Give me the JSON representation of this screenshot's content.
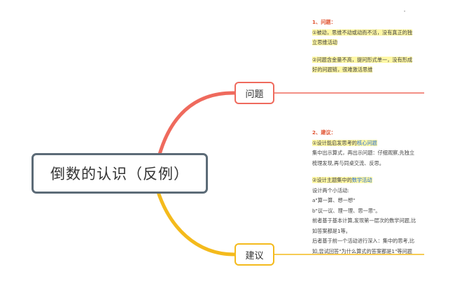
{
  "root": {
    "label": "倒数的认识（反例）"
  },
  "branches": [
    {
      "label": "问题",
      "color": "#ef6a5d"
    },
    {
      "label": "建议",
      "color": "#f4ba1c"
    }
  ],
  "problem_note": {
    "heading": "1、问题：",
    "item1": {
      "num": "①",
      "highlight": "被动，思维不动或动而不活，没有真正的独",
      "line2": "立思维活动"
    },
    "item2": {
      "num": "②",
      "highlight": "问题含金量不高，提问形式单一，没有形成",
      "line2": "好的问题链，很难激活思维"
    }
  },
  "suggest_note": {
    "heading": "2、建议：",
    "item1": {
      "num": "①",
      "highlight": "设计能启发思考的",
      "blue": "核心问题"
    },
    "lines_a": [
      "集中出示算式，再出示问题：仔细观察,先独立",
      "梳理发现,再与同桌交流、反思。"
    ],
    "item2": {
      "num": "②",
      "highlight": "设计主题集中的",
      "blue": "数学活动"
    },
    "lines_b": [
      "设计两个小活动:",
      "a\"算一算、想一想\"",
      "b\"议一议、理一理、思一思\"。",
      "前者基于基本计算,发现第一层次的数学问题,比",
      "如答案都是1等。",
      "后者基于前一个活动进行深入：集中的思考,比",
      "如,尝试回答\"为什么算式的答案都是1\"等问题"
    ]
  }
}
